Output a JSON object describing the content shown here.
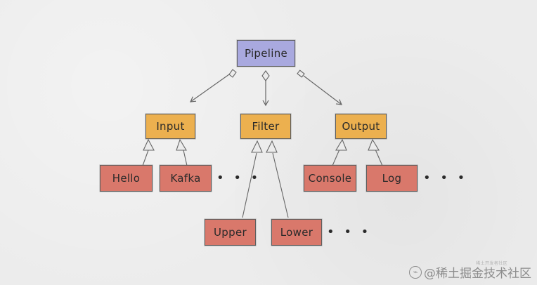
{
  "colors": {
    "background": "#ececec",
    "root_fill": "#a9a9df",
    "category_fill": "#ecb04f",
    "leaf_fill": "#d9786b",
    "line": "#666666"
  },
  "diagram": {
    "root": {
      "label": "Pipeline"
    },
    "categories": [
      {
        "label": "Input"
      },
      {
        "label": "Filter"
      },
      {
        "label": "Output"
      }
    ],
    "leaves": {
      "input": [
        {
          "label": "Hello"
        },
        {
          "label": "Kafka"
        }
      ],
      "filter": [
        {
          "label": "Upper"
        },
        {
          "label": "Lower"
        }
      ],
      "output": [
        {
          "label": "Console"
        },
        {
          "label": "Log"
        }
      ]
    },
    "ellipsis": "• • •"
  },
  "watermark": {
    "brand": "@稀土掘金技术社区",
    "subtext": "稀土开发者社区",
    "logo_icon": "circle-at-icon"
  }
}
